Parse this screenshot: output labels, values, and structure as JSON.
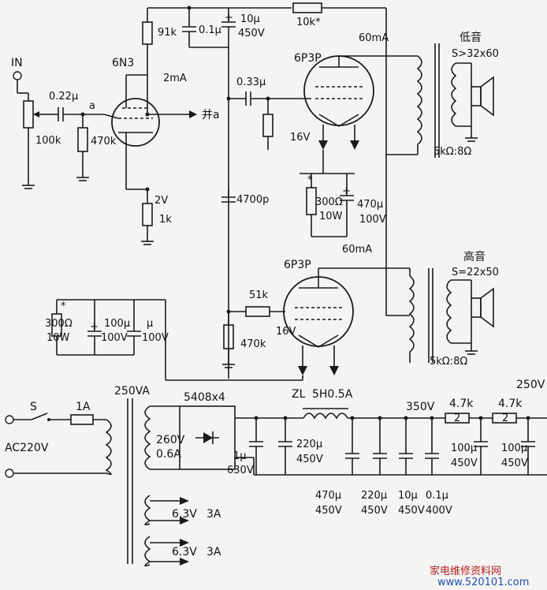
{
  "labels": {
    "in": "IN",
    "c_in": "0.22μ",
    "pot": "100k",
    "node_a": "a",
    "r_grid": "470k",
    "tube1": "6N3",
    "r_plate1": "91k",
    "i1": "2mA",
    "out_a": "并a",
    "v_cath1": "2V",
    "r_cath1": "1k",
    "c_dec1": "0.1μ",
    "c_dec2_v": "10μ",
    "c_dec2_r": "450V",
    "r_top": "10k*",
    "c_couple": "0.33μ",
    "tube2": "6P3P",
    "i2": "60mA",
    "v_cath2": "16V",
    "lo": "低音",
    "lo_s": "S>32x60",
    "xf_lo": "5kΩ:8Ω",
    "r_cath2_star": "*",
    "r_cath2_v": "300Ω",
    "r_cath2_w": "10W",
    "c_cath2_v": "470μ",
    "c_cath2_r": "100V",
    "c_4700": "4700p",
    "i3": "60mA",
    "tube3": "6P3P",
    "hi": "高音",
    "hi_s": "S=22x50",
    "r_g3": "51k",
    "v_cath3": "16V",
    "r_g3b": "470k",
    "xf_hi": "5kΩ:8Ω",
    "b_star": "*",
    "b_r_v": "300Ω",
    "b_r_w": "10W",
    "b_c1_v": "100μ",
    "b_c1_r": "100V",
    "b_c2_v": "μ",
    "b_c2_r": "100V",
    "sw": "S",
    "fuse": "1A",
    "xf_p": "250VA",
    "ac": "AC220V",
    "hv": "260V",
    "hv_a": "0.6A",
    "bridge": "5408x4",
    "zl": "ZL",
    "choke": "5H0.5A",
    "v350": "350V",
    "r47a": "4.7k",
    "r47b": "4.7k",
    "v250": "250V",
    "cf1_v": "1μ",
    "cf1_r": "630V",
    "cf2_v": "220μ",
    "cf2_r": "450V",
    "cf3_v": "470μ",
    "cf3_r": "450V",
    "cf4_v": "220μ",
    "cf4_r": "450V",
    "cf5_v": "10μ",
    "cf5_r": "450V",
    "cf6_v": "0.1μ",
    "cf6_r": "400V",
    "cf7_v": "100μ",
    "cf7_r": "450V",
    "cf8_v": "100μ",
    "cf8_r": "450V",
    "h1": "6.3V",
    "h1a": "3A",
    "h2": "6.3V",
    "h2a": "3A",
    "r_small1": "2",
    "r_small2": "2",
    "watermark_cn": "家电维修资料网",
    "watermark_url": "www.520101.com"
  },
  "colors": {
    "ink": "#1a1a1a",
    "paper": "#f4f4f2",
    "watermark_red": "#b02020",
    "watermark_blue": "#2050b0"
  }
}
